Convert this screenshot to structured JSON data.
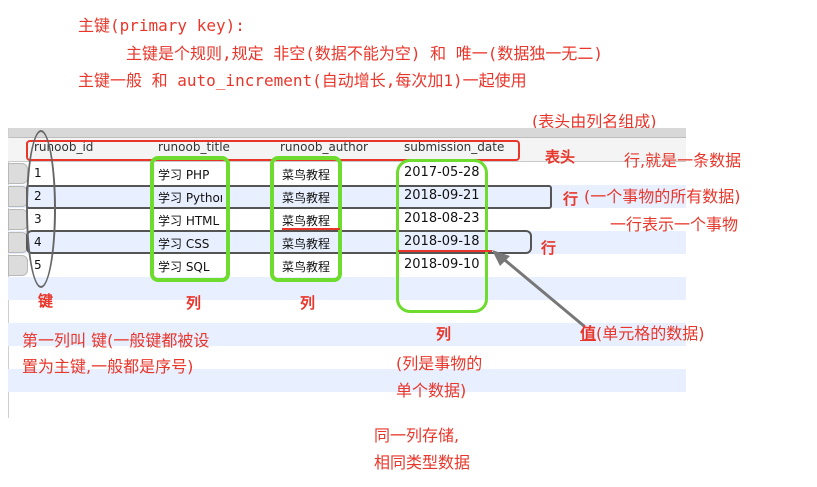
{
  "notes": {
    "line1": "主键(primary key):",
    "line2": "主键是个规则,规定 非空(数据不能为空) 和 唯一(数据独一无二)",
    "line3": "主键一般 和 auto_increment(自动增长,每次加1)一起使用"
  },
  "table": {
    "columns": [
      "runoob_id",
      "runoob_title",
      "runoob_author",
      "submission_date"
    ],
    "rows": [
      [
        "1",
        "学习 PHP",
        "菜鸟教程",
        "2017-05-28"
      ],
      [
        "2",
        "学习 Python",
        "菜鸟教程",
        "2018-09-21"
      ],
      [
        "3",
        "学习 HTML",
        "菜鸟教程",
        "2018-08-23"
      ],
      [
        "4",
        "学习 CSS",
        "菜鸟教程",
        "2018-09-18"
      ],
      [
        "5",
        "学习 SQL",
        "菜鸟教程",
        "2018-09-10"
      ]
    ]
  },
  "annotations": {
    "header_note": "(表头由列名组成)",
    "header_tag": "表头",
    "row_note": "行,就是一条数据",
    "row_tag": "行",
    "row_tag2": "行",
    "row_desc1": "(一个事物的所有数据)",
    "row_desc2": "一行表示一个事物",
    "key_tag": "键",
    "col_tag1": "列",
    "col_tag2": "列",
    "col_tag3": "列",
    "key_desc1": "第一列叫 键(一般键都被设",
    "key_desc2": "置为主键,一般都是序号)",
    "value_tag": "值",
    "value_desc": "(单元格的数据)",
    "col_desc1": "(列是事物的",
    "col_desc2": "单个数据)",
    "col_desc3": "同一列存储,",
    "col_desc4": "相同类型数据"
  },
  "colors": {
    "annotation": "#e8362b",
    "column_highlight": "#6ddc2e",
    "row_stripe": "#e8efff"
  }
}
